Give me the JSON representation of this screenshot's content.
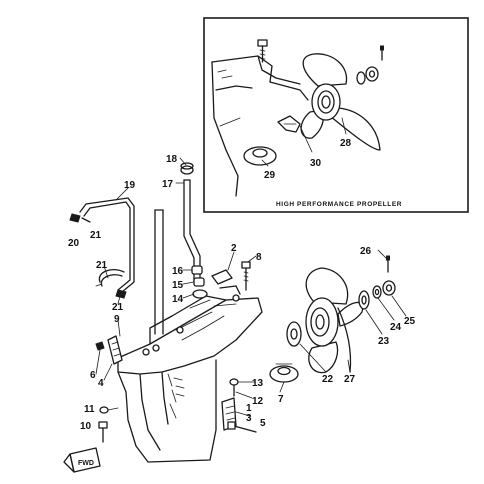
{
  "inset": {
    "caption": "HIGH PERFORMANCE PROPELLER"
  },
  "fwd_label": "FWD",
  "callouts": {
    "c1": "1",
    "c2": "2",
    "c3": "3",
    "c4": "4",
    "c5": "5",
    "c6": "6",
    "c7": "7",
    "c8": "8",
    "c9": "9",
    "c10": "10",
    "c11": "11",
    "c12": "12",
    "c13": "13",
    "c14": "14",
    "c15": "15",
    "c16": "16",
    "c17": "17",
    "c18": "18",
    "c19": "19",
    "c20": "20",
    "c21a": "21",
    "c21b": "21",
    "c21c": "21",
    "c22": "22",
    "c23": "23",
    "c24": "24",
    "c25": "25",
    "c26": "26",
    "c27": "27",
    "c28": "28",
    "c29": "29",
    "c30": "30"
  }
}
